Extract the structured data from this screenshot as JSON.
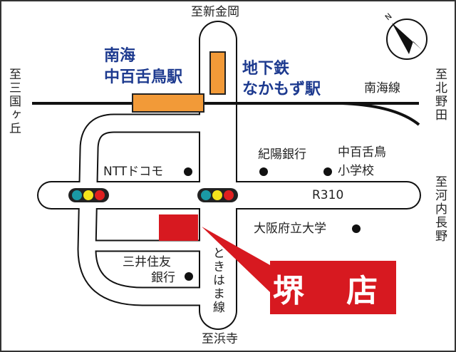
{
  "directions": {
    "north": "至新金岡",
    "west": "至三国ヶ丘",
    "northeast": "至北野田",
    "east": "至河内長野",
    "south": "至浜寺"
  },
  "stations": {
    "nankai_line1": "南海",
    "nankai_line2": "中百舌鳥駅",
    "subway_line1": "地下鉄",
    "subway_line2": "なかもず駅"
  },
  "rail_label": "南海線",
  "road_labels": {
    "route": "R310",
    "street": "ときはま線"
  },
  "landmarks": {
    "ntt": "NTTドコモ",
    "kiyo_bank": "紀陽銀行",
    "school_line1": "中百舌鳥",
    "school_line2": "小学校",
    "university": "大阪府立大学",
    "smbc_line1": "三井住友",
    "smbc_line2": "銀行"
  },
  "shop": {
    "label": "堺 店"
  },
  "compass": {
    "icon": "north-arrow-icon",
    "letter": "N"
  },
  "colors": {
    "station": "#f29a38",
    "shop": "#d71920",
    "text_blue": "#1d3a8f",
    "light_green": "#1a9aa5",
    "light_yellow": "#f4e41c",
    "light_red": "#e02020"
  }
}
